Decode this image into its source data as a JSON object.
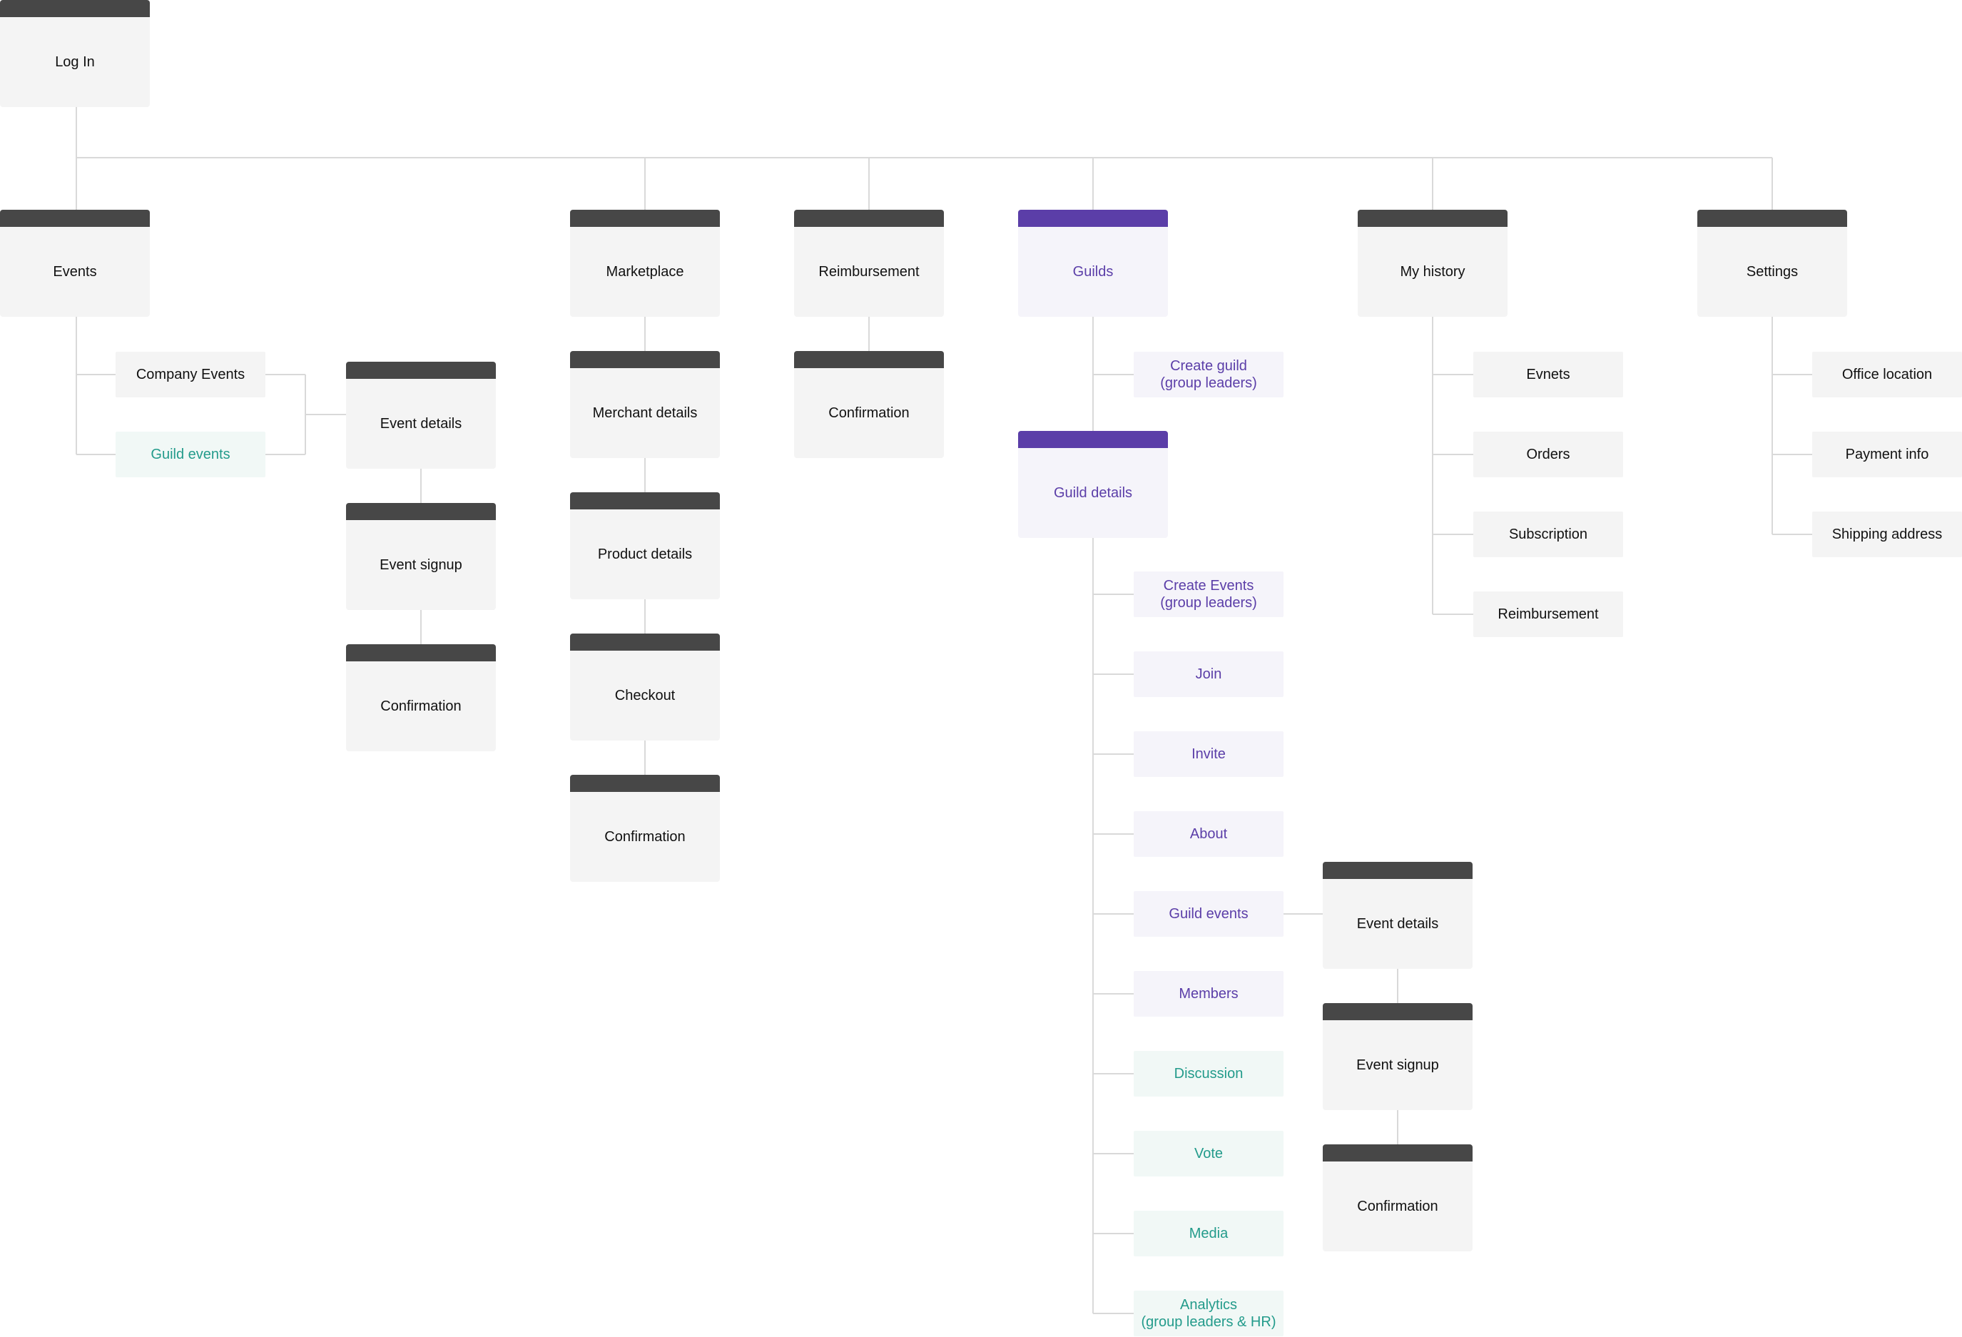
{
  "colors": {
    "line": "#d9d9d9",
    "page_header": "#474747",
    "page_body": "#f4f4f4",
    "guild_accent": "#5b3ea8",
    "guild_fill": "#f5f4fa",
    "social_accent": "#239b8b",
    "social_fill": "#f1f8f6"
  },
  "nodes": {
    "log_in": "Log In",
    "events": "Events",
    "company_events": "Company Events",
    "guild_events": "Guild events",
    "event_details": "Event details",
    "event_signup": "Event signup",
    "event_confirmation": "Confirmation",
    "marketplace": "Marketplace",
    "merchant_details": "Merchant details",
    "product_details": "Product details",
    "checkout": "Checkout",
    "marketplace_confirmation": "Confirmation",
    "reimbursement": "Reimbursement",
    "reimbursement_confirmation": "Confirmation",
    "guilds": "Guilds",
    "create_guild": "Create guild\n(group leaders)",
    "guild_details": "Guild details",
    "create_events": "Create Events\n(group leaders)",
    "join": "Join",
    "invite": "Invite",
    "about": "About",
    "guild_guild_events": "Guild events",
    "members": "Members",
    "discussion": "Discussion",
    "vote": "Vote",
    "media": "Media",
    "analytics": "Analytics\n(group leaders & HR)",
    "guild_event_details": "Event details",
    "guild_event_signup": "Event signup",
    "guild_event_confirmation": "Confirmation",
    "my_history": "My history",
    "history_events": "Evnets",
    "orders": "Orders",
    "subscription": "Subscription",
    "history_reimbursement": "Reimbursement",
    "settings": "Settings",
    "office_location": "Office location",
    "payment_info": "Payment info",
    "shipping_address": "Shipping address"
  }
}
